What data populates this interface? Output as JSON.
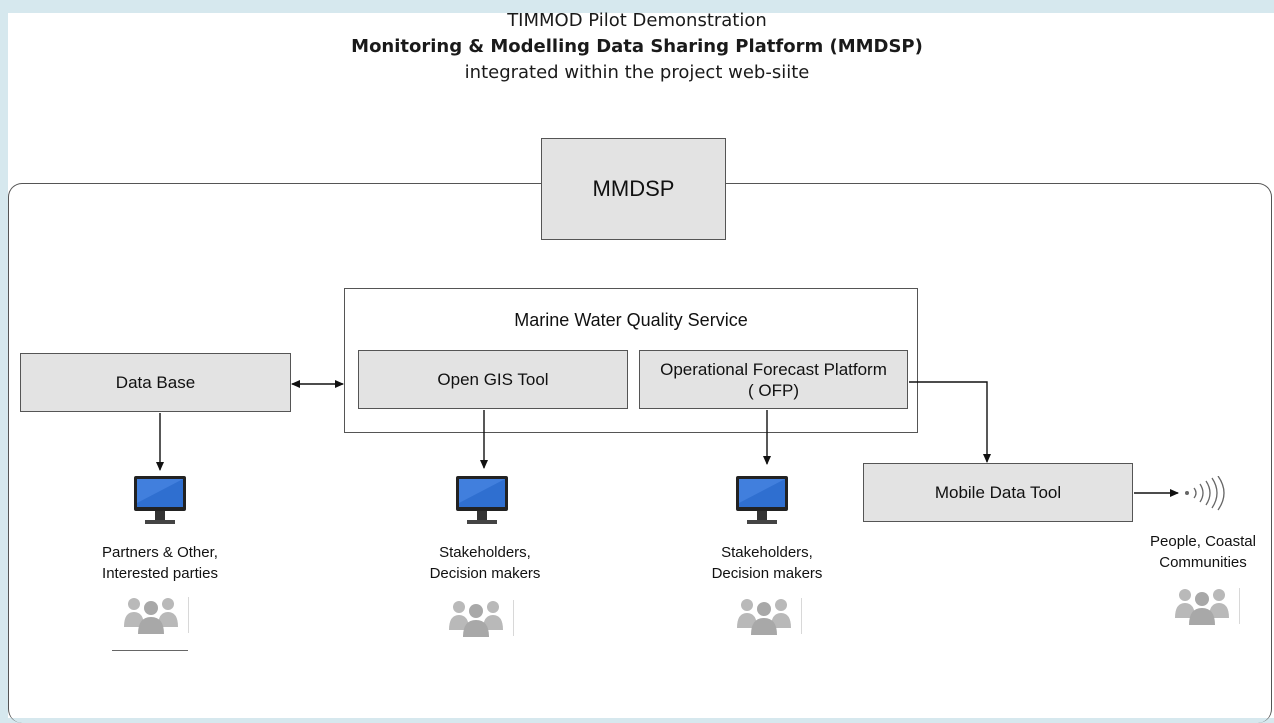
{
  "header": {
    "line1": "TIMMOD Pilot Demonstration",
    "line2": "Monitoring & Modelling Data Sharing Platform (MMDSP)",
    "line3": "integrated within the project web-siite"
  },
  "nodes": {
    "mmdsp": "MMDSP",
    "mwqs": "Marine Water Quality Service",
    "database": "Data Base",
    "gis": "Open GIS Tool",
    "ofp_line1": "Operational Forecast Platform",
    "ofp_line2": "( OFP)",
    "mobile": "Mobile Data Tool"
  },
  "audiences": {
    "partners_line1": "Partners & Other,",
    "partners_line2": "Interested parties",
    "stake1_line1": "Stakeholders,",
    "stake1_line2": "Decision makers",
    "stake2_line1": "Stakeholders,",
    "stake2_line2": "Decision makers",
    "people_line1": "People, Coastal",
    "people_line2": "Communities"
  },
  "icons": {
    "monitor": "monitor-icon",
    "people": "people-group-icon",
    "signal": "wireless-signal-icon"
  },
  "colors": {
    "box_fill": "#e3e3e3",
    "border": "#555555",
    "monitor_screen": "#2f6fd0",
    "people": "#b9b9b9",
    "background": "#d6e8ee"
  }
}
